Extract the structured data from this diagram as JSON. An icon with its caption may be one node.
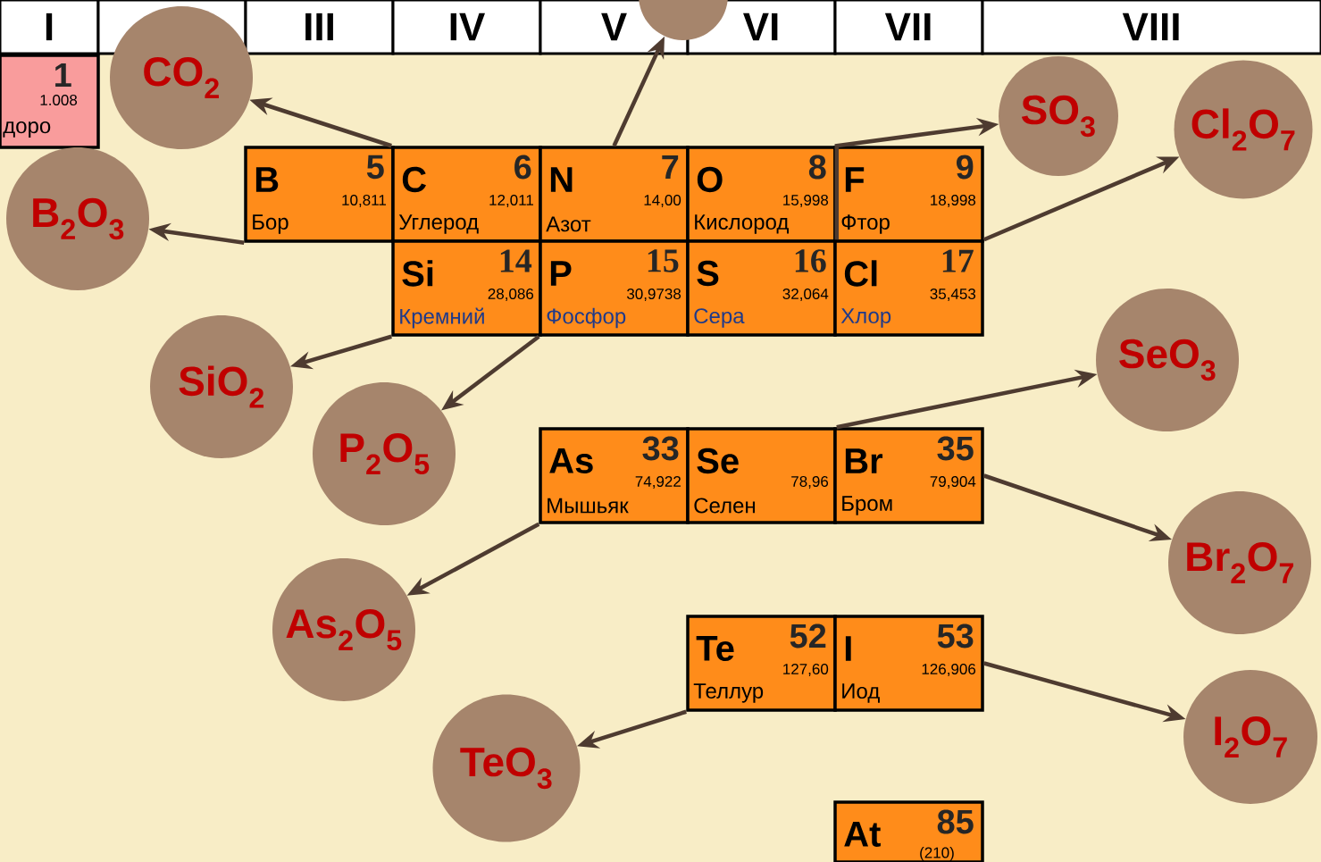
{
  "diagram": {
    "nodes": [
      {
        "text": [
          "I"
        ]
      },
      {
        "text": [],
        "shape": "box"
      },
      {
        "text": [
          "III"
        ]
      },
      {
        "text": [
          "IV"
        ]
      },
      {
        "text": [
          "V"
        ]
      },
      {
        "text": [
          "VI"
        ]
      },
      {
        "text": [
          "VII"
        ]
      },
      {
        "text": [
          "VIII"
        ]
      },
      {
        "text": [
          "1",
          "1.008",
          "доро"
        ]
      },
      {
        "text": [
          "B",
          "5",
          "10,811",
          "Бор"
        ]
      },
      {
        "text": [
          "C",
          "6",
          "12,011",
          "Углерод"
        ]
      },
      {
        "text": [
          "N",
          "7",
          "14,00",
          "Азот"
        ]
      },
      {
        "text": [
          "O",
          "8",
          "15,998",
          "Кислород"
        ]
      },
      {
        "text": [
          "F",
          "9",
          "18,998",
          "Фтор"
        ]
      },
      {
        "text": [
          "Si",
          "14",
          "28,086",
          "Кремний"
        ]
      },
      {
        "text": [
          "P",
          "15",
          "30,9738",
          "Фосфор"
        ]
      },
      {
        "text": [
          "S",
          "16",
          "32,064",
          "Сера"
        ]
      },
      {
        "text": [
          "Cl",
          "17",
          "35,453",
          "Хлор"
        ]
      },
      {
        "text": [
          "As",
          "33",
          "74,922",
          "Мышьяк"
        ]
      },
      {
        "text": [
          "Se",
          "78,96",
          "Селен"
        ]
      },
      {
        "text": [
          "Br",
          "35",
          "79,904",
          "Бром"
        ]
      },
      {
        "text": [
          "Te",
          "52",
          "127,60",
          "Теллур"
        ]
      },
      {
        "text": [
          "I",
          "53",
          "126,906",
          "Иод"
        ]
      },
      {
        "text": [
          "At",
          "85",
          "(210)"
        ]
      },
      {
        "text": [
          "CO$_{2}$"
        ]
      },
      {
        "text": [
          "B$_{2}$O$_{3}$"
        ]
      },
      {
        "text": [
          "SiO$_{2}$"
        ]
      },
      {
        "text": [
          "P$_{2}$O$_{5}$"
        ]
      },
      {
        "text": [],
        "shape": "circle"
      },
      {
        "text": [
          "SO$_{3}$"
        ]
      },
      {
        "text": [
          "Cl$_{2}$O$_{7}$"
        ]
      },
      {
        "text": [
          "SeO$_{3}$"
        ]
      },
      {
        "text": [
          "Br$_{2}$O$_{7}$"
        ]
      },
      {
        "text": [
          "As$_{2}$O$_{5}$"
        ]
      },
      {
        "text": [
          "TeO$_{3}$"
        ]
      },
      {
        "text": [
          "I$_{2}$O$_{7}$"
        ]
      }
    ],
    "edges": [
      {
        "from": 10,
        "to": 24,
        "arrow": "to"
      },
      {
        "from": 9,
        "to": 25,
        "arrow": "to"
      },
      {
        "from": 14,
        "to": 26,
        "arrow": "to"
      },
      {
        "from": 15,
        "to": 27,
        "arrow": "to"
      },
      {
        "from": 11,
        "to": 28,
        "arrow": "to"
      },
      {
        "from": 16,
        "to": 29,
        "arrow": "to"
      },
      {
        "from": 17,
        "to": 30,
        "arrow": "to"
      },
      {
        "from": 19,
        "to": 31,
        "arrow": "to"
      },
      {
        "from": 20,
        "to": 32,
        "arrow": "to"
      },
      {
        "from": 18,
        "to": 33,
        "arrow": "to"
      },
      {
        "from": 21,
        "to": 34,
        "arrow": "to"
      },
      {
        "from": 22,
        "to": 35,
        "arrow": "to"
      }
    ]
  }
}
